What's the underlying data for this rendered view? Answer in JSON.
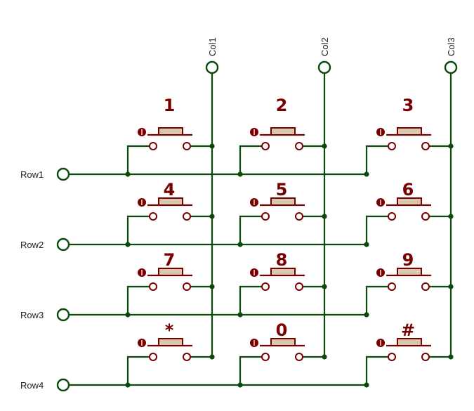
{
  "colors": {
    "wire": "#0b4a0b",
    "button_body": "#d9c8b0",
    "button_stroke": "#7a0000",
    "key_label": "#7a0000",
    "terminal_fill": "#ffffff",
    "background": "#ffffff"
  },
  "columns": [
    {
      "label": "Col1"
    },
    {
      "label": "Col2"
    },
    {
      "label": "Col3"
    }
  ],
  "rows": [
    {
      "label": "Row1"
    },
    {
      "label": "Row2"
    },
    {
      "label": "Row3"
    },
    {
      "label": "Row4"
    }
  ],
  "keys": [
    [
      "1",
      "2",
      "3"
    ],
    [
      "4",
      "5",
      "6"
    ],
    [
      "7",
      "8",
      "9"
    ],
    [
      "*",
      "0",
      "#"
    ]
  ]
}
